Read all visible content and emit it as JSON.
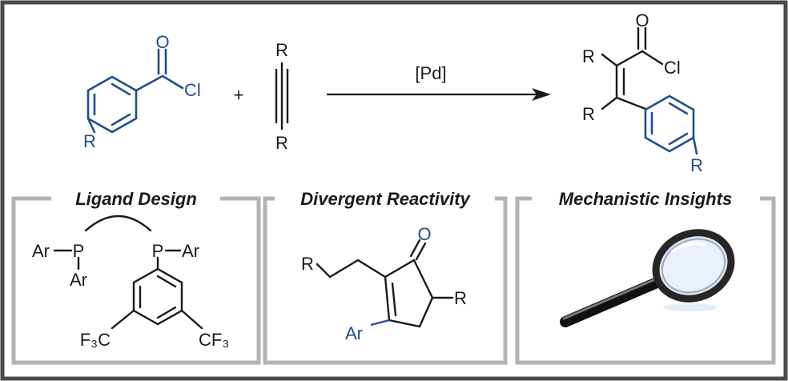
{
  "colors": {
    "blue": "#1f4e8c",
    "black": "#1a1a1a",
    "panel_border": "#b3b3b3",
    "outer_border": "#4a4a4a"
  },
  "reaction": {
    "acid_chloride": {
      "O": "O",
      "Cl": "Cl",
      "R": "R"
    },
    "plus": "+",
    "alkyne": {
      "R_top": "R",
      "R_bottom": "R"
    },
    "catalyst": "[Pd]",
    "product": {
      "O": "O",
      "Cl": "Cl",
      "R1": "R",
      "R2": "R",
      "R3": "R"
    }
  },
  "panels": [
    {
      "title": "Ligand Design"
    },
    {
      "title": "Divergent Reactivity"
    },
    {
      "title": "Mechanistic Insights"
    }
  ],
  "ligand": {
    "Ar1": "Ar",
    "P1": "P",
    "Ar2": "Ar",
    "P2": "P",
    "Ar3": "Ar",
    "CF3_left": "F₃C",
    "CF3_right": "CF₃"
  },
  "cyclopentenone": {
    "R_chain": "R",
    "O": "O",
    "R_ring": "R",
    "Ar": "Ar"
  },
  "icon": "magnifying-glass-icon"
}
